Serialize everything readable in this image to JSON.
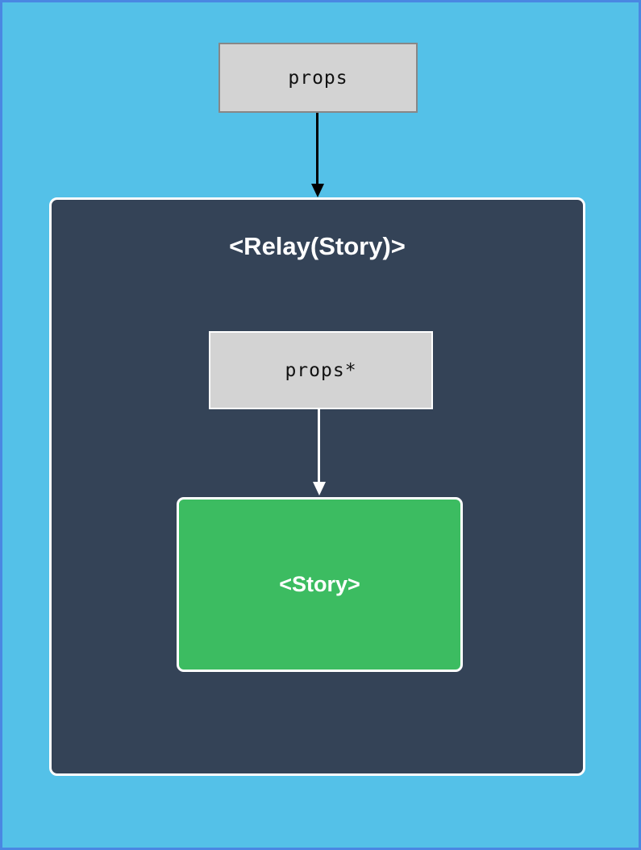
{
  "canvas": {
    "background_color": "#54c1e8",
    "frame_border_color": "#4a87e2"
  },
  "nodes": {
    "outer_props": {
      "label": "props",
      "fill": "#d3d3d3",
      "border_color": "#878787",
      "text_color": "#111111"
    },
    "relay_container": {
      "title": "<Relay(Story)>",
      "fill": "#344357",
      "border_color": "#ffffff",
      "text_color": "#ffffff"
    },
    "inner_props": {
      "label": "props*",
      "fill": "#d3d3d3",
      "border_color": "#ffffff",
      "text_color": "#111111"
    },
    "story": {
      "label": "<Story>",
      "fill": "#3cbc61",
      "border_color": "#ffffff",
      "text_color": "#ffffff"
    }
  },
  "edges": {
    "outer_arrow": {
      "color": "#000000",
      "from": "props",
      "to": "<Relay(Story)>"
    },
    "inner_arrow": {
      "color": "#ffffff",
      "from": "props*",
      "to": "<Story>"
    }
  }
}
